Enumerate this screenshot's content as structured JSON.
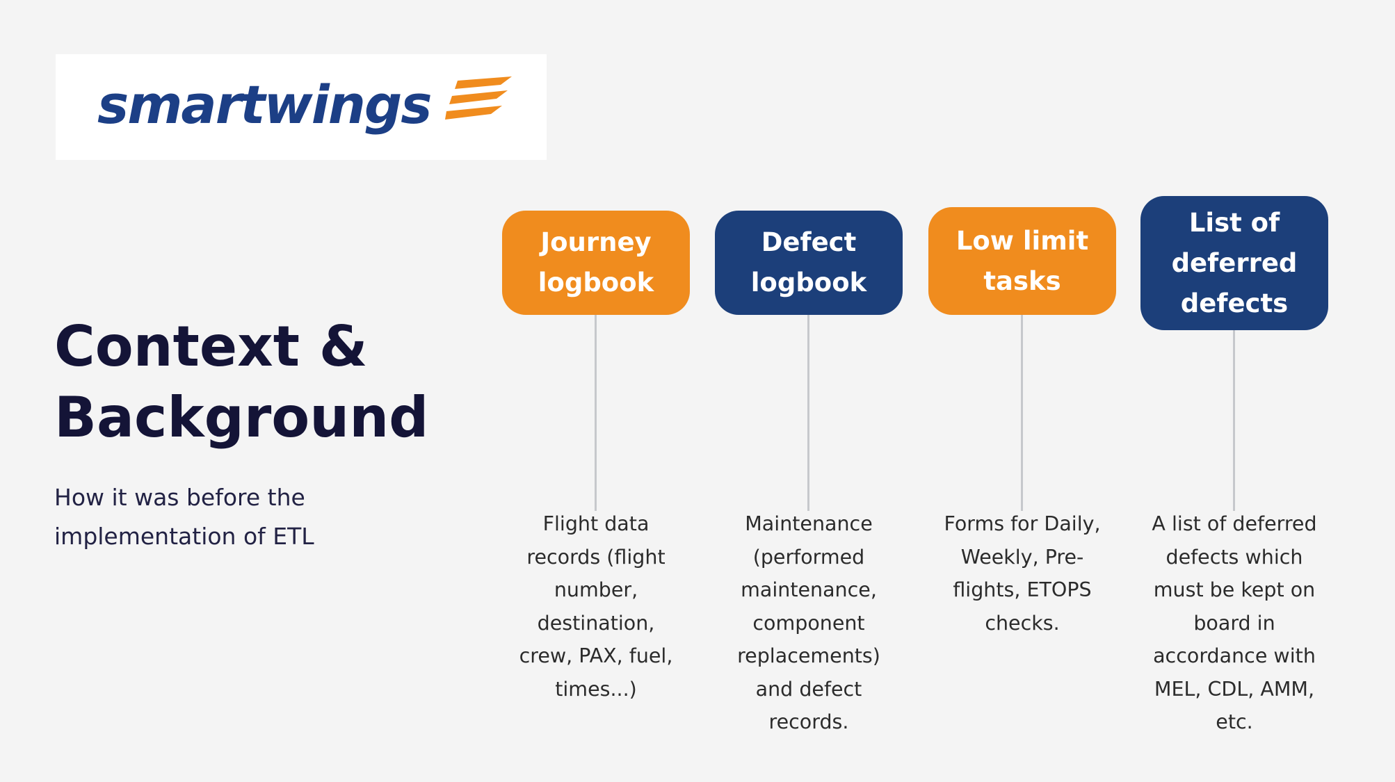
{
  "logo": {
    "text": "smartwings",
    "mark_icon": "smartwings-wing-mark-icon"
  },
  "title": "Context &\nBackground",
  "subtitle": "How it was before the implementation of ETL",
  "colors": {
    "orange": "#f08c1e",
    "navy": "#1c3f7a",
    "title": "#141437",
    "connector": "#c6c8cc",
    "background": "#f4f4f4"
  },
  "nodes": [
    {
      "label": "Journey logbook",
      "color": "orange",
      "description": "Flight data records (flight number, destination, crew, PAX, fuel, times...)"
    },
    {
      "label": "Defect logbook",
      "color": "navy",
      "description": "Maintenance (performed maintenance, component replacements) and defect records."
    },
    {
      "label": "Low limit tasks",
      "color": "orange",
      "description": "Forms for Daily, Weekly, Pre-flights, ETOPS checks."
    },
    {
      "label": "List of deferred defects",
      "color": "navy",
      "description": "A list of deferred defects which must be kept on board in accordance with MEL, CDL, AMM, etc."
    }
  ]
}
